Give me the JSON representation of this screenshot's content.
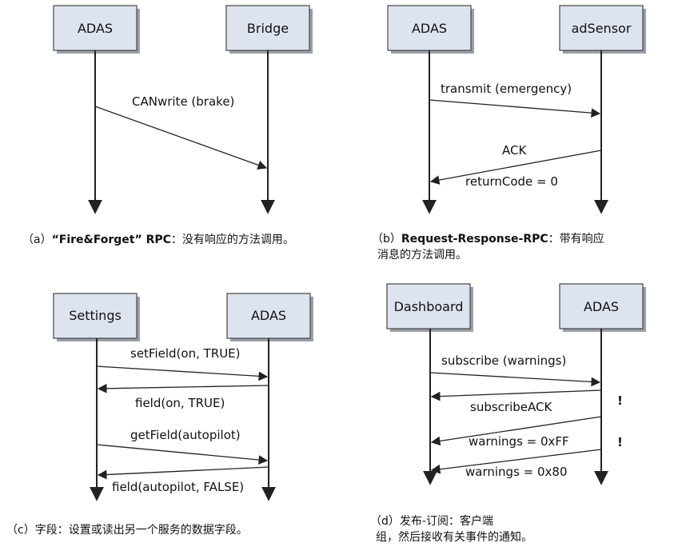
{
  "diagrams": {
    "a": {
      "left_actor": "ADAS",
      "right_actor": "Bridge",
      "messages": [
        "CANwrite (brake)"
      ]
    },
    "b": {
      "left_actor": "ADAS",
      "right_actor": "adSensor",
      "messages": [
        "transmit (emergency)",
        "ACK",
        "returnCode = 0"
      ]
    },
    "c": {
      "left_actor": "Settings",
      "right_actor": "ADAS",
      "messages": [
        "setField(on, TRUE)",
        "field(on, TRUE)",
        "getField(autopilot)",
        "field(autopilot, FALSE)"
      ]
    },
    "d": {
      "left_actor": "Dashboard",
      "right_actor": "ADAS",
      "messages": [
        "subscribe (warnings)",
        "subscribeACK",
        "warnings = 0xFF",
        "warnings = 0x80"
      ],
      "marks": [
        "!",
        "!"
      ]
    }
  },
  "captions": {
    "a": {
      "prefix": "（a）",
      "bold": "“Fire&Forget” RPC",
      "rest": "：没有响应的方法调用。"
    },
    "b": {
      "prefix": "（b）",
      "bold": "Request-Response-RPC",
      "rest": "：带有响应",
      "line2": "消息的方法调用。"
    },
    "c": {
      "prefix": "（c）",
      "rest": "字段：设置或读出另一个服务的数据字段。"
    },
    "d": {
      "prefix": "（d）",
      "rest": "发布-订阅：客户端",
      "line2": "组，然后接收有关事件的通知。"
    }
  },
  "colors": {
    "box_fill": "#dde4ef",
    "line": "#222222"
  }
}
